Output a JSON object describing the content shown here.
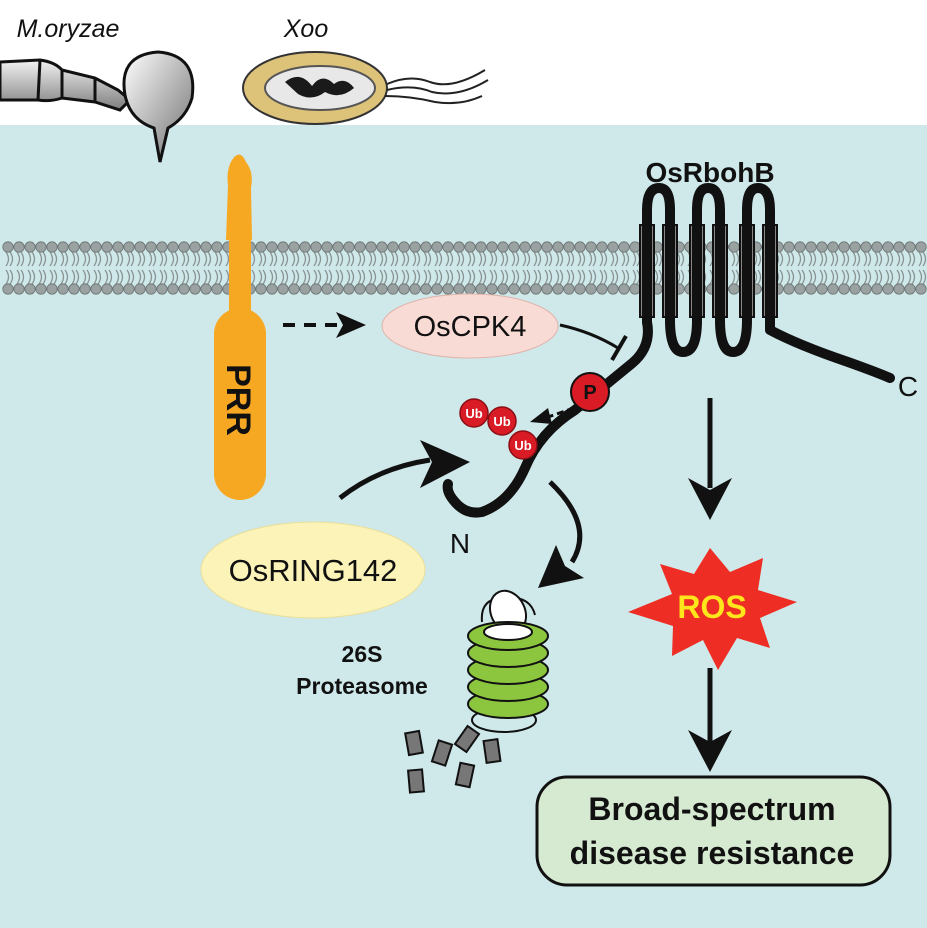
{
  "pathogens": {
    "fungus_label": "M.oryzae",
    "bacterium_label": "Xoo"
  },
  "receptor": {
    "label": "PRR"
  },
  "kinase": {
    "label": "OsCPK4"
  },
  "enzyme": {
    "label": "OsRbohB",
    "n_terminus": "N",
    "c_terminus": "C"
  },
  "modifications": {
    "phospho": "P",
    "ubiquitin": [
      "Ub",
      "Ub",
      "Ub"
    ]
  },
  "ligase": {
    "label": "OsRING142"
  },
  "proteasome": {
    "line1": "26S",
    "line2": "Proteasome"
  },
  "ros": {
    "label": "ROS"
  },
  "outcome": {
    "line1": "Broad-spectrum",
    "line2": "disease resistance"
  },
  "colors": {
    "cytoplasm": "#cfe8ea",
    "receptor": "#f7a823",
    "kinase_fill": "#f9dbd6",
    "ligase_fill": "#fbf3b7",
    "phospho_fill": "#d81b24",
    "ros_fill": "#ee2e24",
    "ros_text": "#ffe51c",
    "outcome_fill": "#d6ead2",
    "proteasome_fill": "#8cc63f",
    "membrane": "#9aa1a1"
  }
}
